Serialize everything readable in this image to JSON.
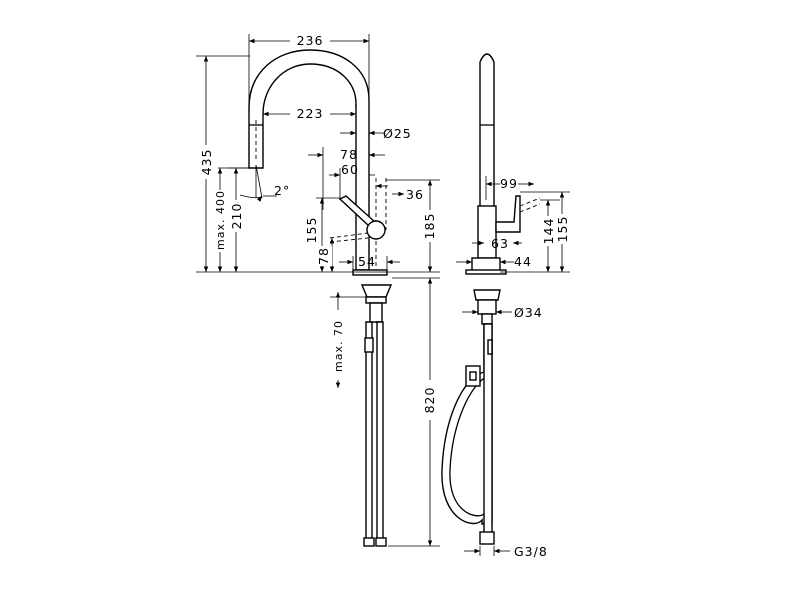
{
  "dimensions": {
    "width_236": "236",
    "reach_223": "223",
    "dia_25": "Ø25",
    "d78": "78",
    "d60": "60",
    "d36": "36",
    "height_435": "435",
    "max400": "max. 400",
    "h210": "210",
    "angle2": "2°",
    "h155": "155",
    "h78": "78",
    "d54": "54",
    "h185": "185",
    "max70": "max. 70",
    "h820": "820",
    "d99": "99",
    "h144": "144",
    "h155_side": "155",
    "d63": "63",
    "d44": "44",
    "dia34": "Ø34",
    "thread": "G3/8"
  }
}
